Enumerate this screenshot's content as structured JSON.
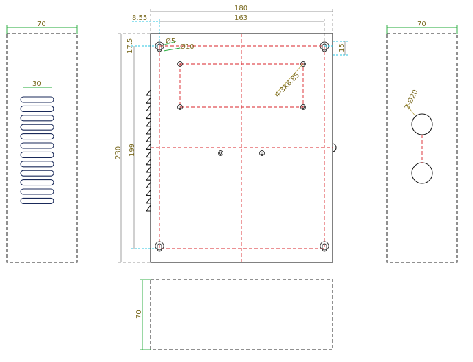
{
  "dimensions": {
    "left_view_width": "70",
    "slot_width": "30",
    "front_width": "180",
    "hole_span": "163",
    "hole_offset": "8.55",
    "hole_top_offset": "17.5",
    "keyhole_small": "Ø5",
    "keyhole_large": "Ø10",
    "height_total": "230",
    "hole_vertical_span": "199",
    "mount_holes": "4-3X8.85",
    "edge_offset": "15",
    "right_view_width": "70",
    "cable_holes": "2-Ø20",
    "bottom_view_depth": "70"
  },
  "colors": {
    "outline": "#1a1a1a",
    "centerline": "#d9232a",
    "dimension": "#7a7a7a",
    "text": "#7a6a20",
    "width_dim": "#1faa35",
    "leader": "#27c6e2"
  }
}
